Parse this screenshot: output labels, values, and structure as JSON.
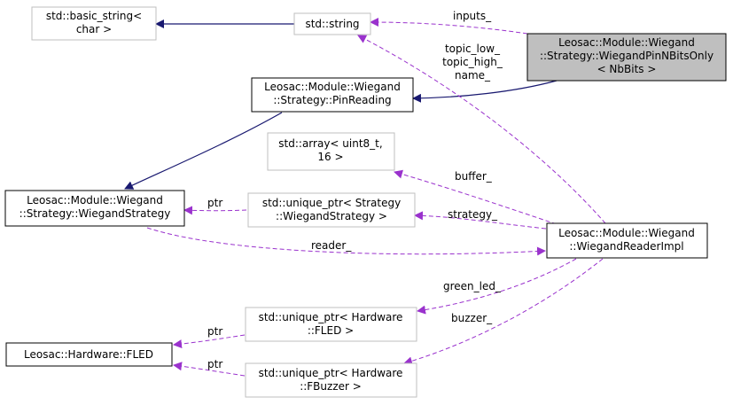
{
  "nodes": {
    "basic_string": [
      "std::basic_string<",
      "char >"
    ],
    "std_string": [
      "std::string"
    ],
    "pin_nbits": [
      "Leosac::Module::Wiegand",
      "::Strategy::WiegandPinNBitsOnly",
      "< NbBits >"
    ],
    "pin_reading": [
      "Leosac::Module::Wiegand",
      "::Strategy::PinReading"
    ],
    "array": [
      "std::array< uint8_t,",
      "16 >"
    ],
    "wiegand_strategy": [
      "Leosac::Module::Wiegand",
      "::Strategy::WiegandStrategy"
    ],
    "uptr_strategy": [
      "std::unique_ptr< Strategy",
      "::WiegandStrategy >"
    ],
    "reader_impl": [
      "Leosac::Module::Wiegand",
      "::WiegandReaderImpl"
    ],
    "uptr_fled": [
      "std::unique_ptr< Hardware",
      "::FLED >"
    ],
    "fled": [
      "Leosac::Hardware::FLED"
    ],
    "uptr_fbuzzer": [
      "std::unique_ptr< Hardware",
      "::FBuzzer >"
    ]
  },
  "edge_labels": {
    "inputs": "inputs_",
    "topic": [
      "topic_low_",
      "topic_high_",
      "name_"
    ],
    "buffer": "buffer_",
    "strategy": "strategy_",
    "ptr_strategy": "ptr",
    "reader": "reader_",
    "green_led": "green_led_",
    "buzzer": "buzzer_",
    "ptr_fled": "ptr",
    "ptr_fbuzzer": "ptr"
  },
  "colors": {
    "inheritance": "#191970",
    "usage": "#9a32cd",
    "highlight_fill": "#bfbfbf",
    "border_dark": "#000000",
    "border_light": "#bfbfbf"
  }
}
